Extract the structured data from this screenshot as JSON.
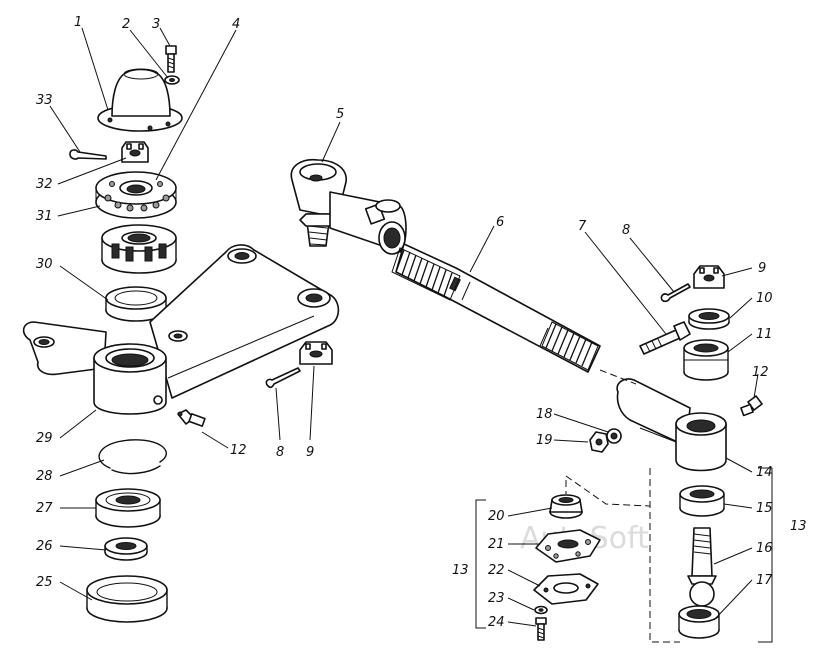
{
  "labels": {
    "n1": "1",
    "n2": "2",
    "n3": "3",
    "n4": "4",
    "n5": "5",
    "n6": "6",
    "n7": "7",
    "n8a": "8",
    "n8b": "8",
    "n9a": "9",
    "n9b": "9",
    "n10": "10",
    "n11": "11",
    "n12a": "12",
    "n12b": "12",
    "n13a": "13",
    "n13b": "13",
    "n14": "14",
    "n15": "15",
    "n16": "16",
    "n17": "17",
    "n18": "18",
    "n19": "19",
    "n20": "20",
    "n21": "21",
    "n22": "22",
    "n23": "23",
    "n24": "24",
    "n25": "25",
    "n26": "26",
    "n27": "27",
    "n28": "28",
    "n29": "29",
    "n30": "30",
    "n31": "31",
    "n32": "32",
    "n33": "33"
  },
  "watermark": "AutoSoft"
}
